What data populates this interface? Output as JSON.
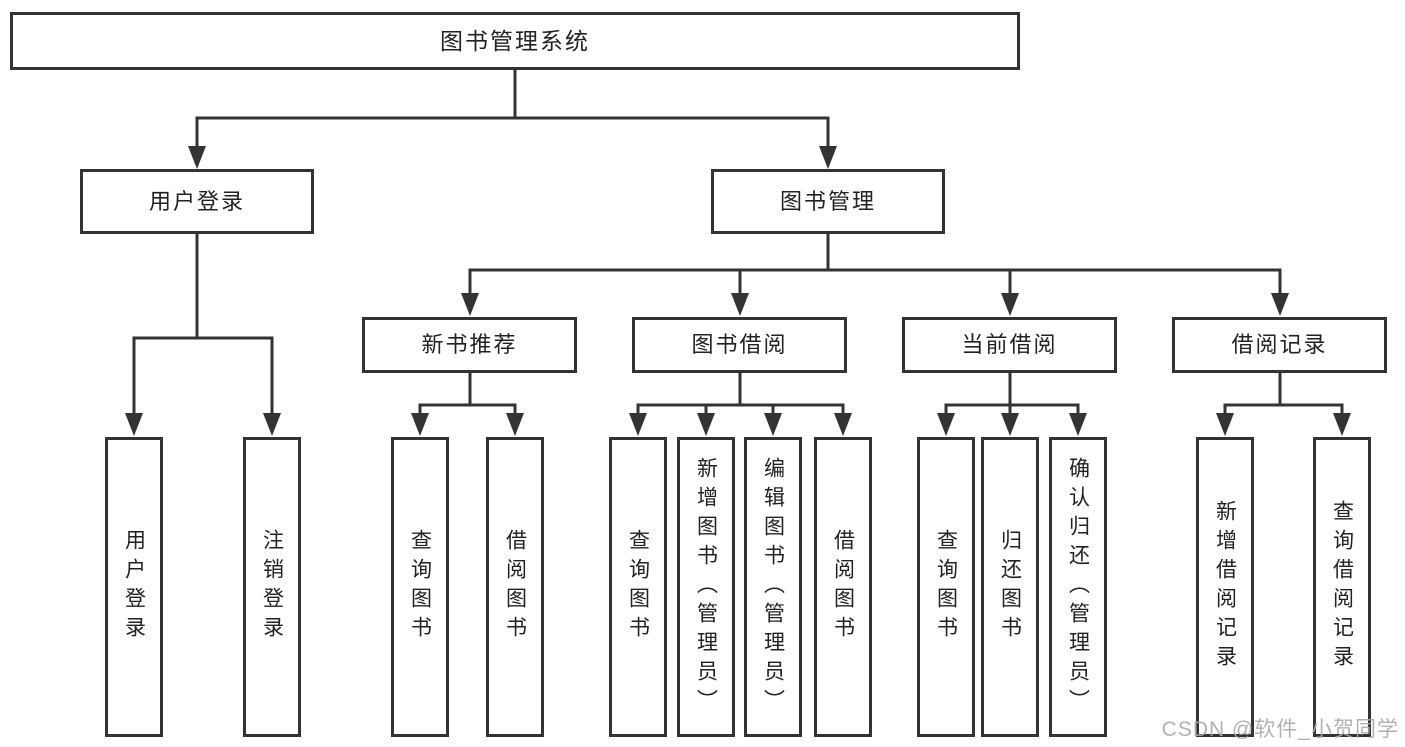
{
  "diagram": {
    "root": {
      "label": "图书管理系统"
    },
    "branches": [
      {
        "label": "用户登录",
        "children": [
          {
            "label": "用户登录"
          },
          {
            "label": "注销登录"
          }
        ]
      },
      {
        "label": "图书管理",
        "children": [
          {
            "label": "新书推荐",
            "children": [
              {
                "label": "查询图书"
              },
              {
                "label": "借阅图书"
              }
            ]
          },
          {
            "label": "图书借阅",
            "children": [
              {
                "label": "查询图书"
              },
              {
                "label": "新增图书（管理员）"
              },
              {
                "label": "编辑图书（管理员）"
              },
              {
                "label": "借阅图书"
              }
            ]
          },
          {
            "label": "当前借阅",
            "children": [
              {
                "label": "查询图书"
              },
              {
                "label": "归还图书"
              },
              {
                "label": "确认归还（管理员）"
              }
            ]
          },
          {
            "label": "借阅记录",
            "children": [
              {
                "label": "新增借阅记录"
              },
              {
                "label": "查询借阅记录"
              }
            ]
          }
        ]
      }
    ]
  },
  "watermark": {
    "text": "CSDN @软件_小贺同学"
  },
  "colors": {
    "line": "#333333",
    "box_border": "#333333",
    "box_fill": "#ffffff",
    "text": "#222222",
    "watermark": "#a9a9a9",
    "background": "#ffffff"
  }
}
